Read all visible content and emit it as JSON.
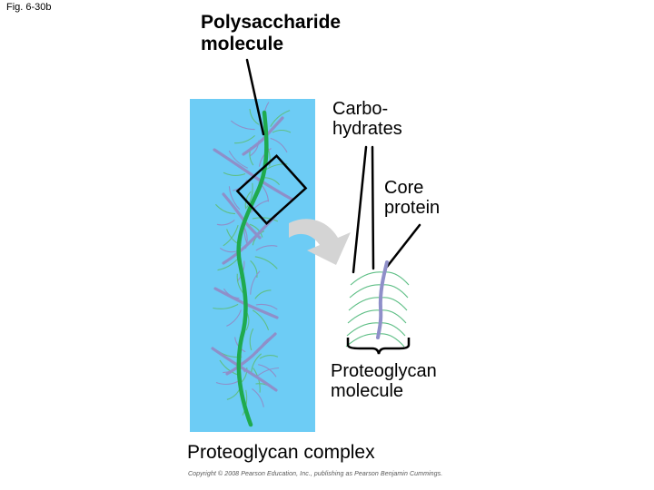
{
  "figure_label": "Fig. 6-30b",
  "labels": {
    "polysaccharide": [
      "Polysaccharide",
      "molecule"
    ],
    "carbohydrates": [
      "Carbo-",
      "hydrates"
    ],
    "core_protein": [
      "Core",
      "protein"
    ],
    "proteoglycan_molecule": [
      "Proteoglycan",
      "molecule"
    ],
    "proteoglycan_complex": "Proteoglycan complex"
  },
  "copyright": "Copyright © 2008 Pearson Education, Inc., publishing as Pearson Benjamin Cummings.",
  "colors": {
    "background_panel": "#6dccf5",
    "polysaccharide_strand": "#1faa4e",
    "core_protein": "#8f8fc9",
    "carbohydrate_chain": "#5fbf86",
    "arrow": "#d4d4d4",
    "box": "#000000"
  }
}
